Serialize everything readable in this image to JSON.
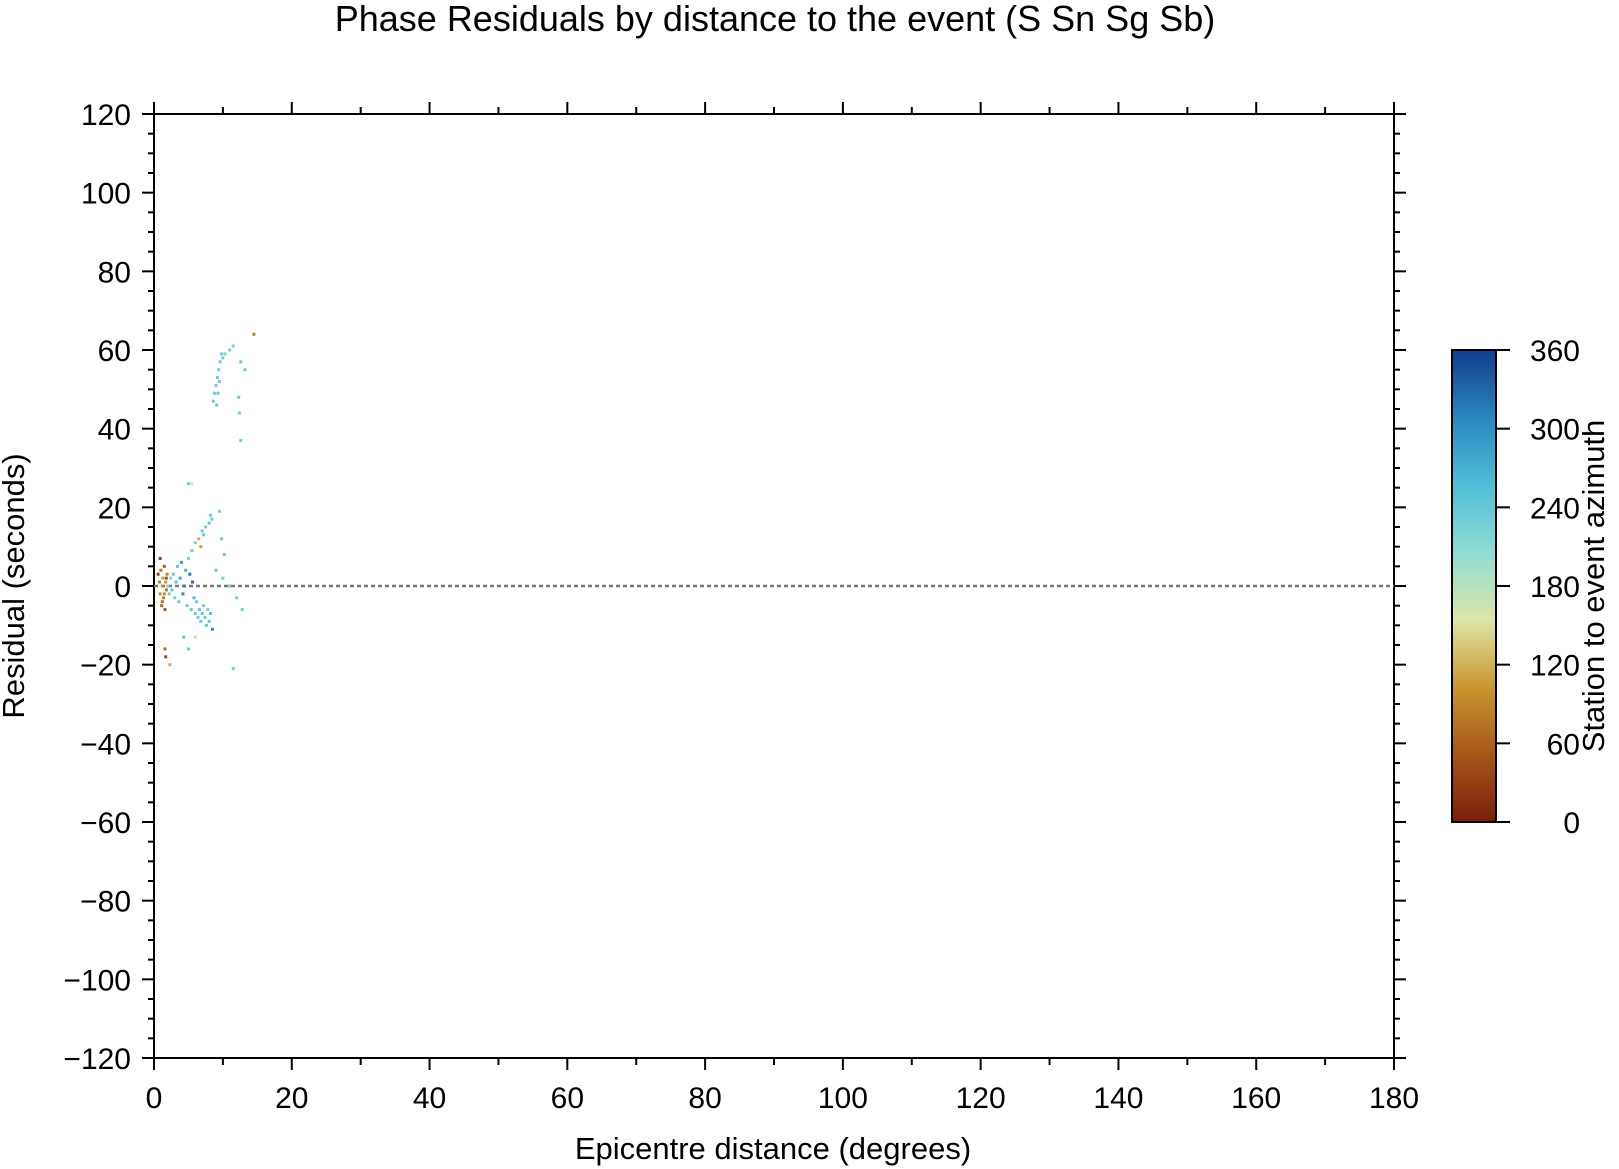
{
  "chart_data": {
    "type": "scatter",
    "title": "Phase Residuals by distance to the event (S Sn Sg Sb)",
    "xlabel": "Epicentre distance (degrees)",
    "ylabel": "Residual (seconds)",
    "xlim": [
      0,
      180
    ],
    "ylim": [
      -120,
      120
    ],
    "x_ticks": [
      "0",
      "20",
      "40",
      "60",
      "80",
      "100",
      "120",
      "140",
      "160",
      "180"
    ],
    "y_ticks": [
      "120",
      "100",
      "80",
      "60",
      "40",
      "20",
      "0",
      "−20",
      "−40",
      "−60",
      "−80",
      "−100",
      "−120"
    ],
    "grid": false,
    "reference_line": {
      "y": 0,
      "style": "dashed",
      "color": "#777777"
    },
    "colorbar": {
      "label": "Station to event azimuth",
      "range": [
        0,
        360
      ],
      "ticks": [
        "360",
        "300",
        "240",
        "180",
        "120",
        "60",
        "0"
      ],
      "colors": [
        "#7a1e08",
        "#a8561a",
        "#c9962e",
        "#dde6a8",
        "#8fdcd4",
        "#4fbfd8",
        "#2a86c0",
        "#123d8c"
      ]
    },
    "series": [
      {
        "points": [
          [
            0.6,
            3,
            30
          ],
          [
            0.8,
            1,
            90
          ],
          [
            0.9,
            -2,
            100
          ],
          [
            1.0,
            4,
            80
          ],
          [
            1.1,
            -5,
            70
          ],
          [
            1.2,
            0,
            95
          ],
          [
            1.3,
            2,
            110
          ],
          [
            1.4,
            -3,
            85
          ],
          [
            1.5,
            5,
            60
          ],
          [
            1.6,
            -6,
            50
          ],
          [
            1.7,
            1,
            105
          ],
          [
            1.8,
            -1,
            75
          ],
          [
            1.9,
            3,
            90
          ],
          [
            1.2,
            -4,
            65
          ],
          [
            1.5,
            -2,
            100
          ],
          [
            1.8,
            2,
            55
          ],
          [
            1.6,
            -16,
            70
          ],
          [
            1.7,
            -18,
            40
          ],
          [
            2.3,
            -20,
            120
          ],
          [
            0.9,
            7,
            30
          ],
          [
            2.0,
            0,
            220
          ],
          [
            2.2,
            -2,
            230
          ],
          [
            2.4,
            2,
            215
          ],
          [
            2.6,
            -1,
            240
          ],
          [
            2.8,
            3,
            235
          ],
          [
            3.0,
            -3,
            225
          ],
          [
            3.2,
            1,
            250
          ],
          [
            3.4,
            5,
            245
          ],
          [
            3.6,
            -4,
            230
          ],
          [
            3.8,
            2,
            280
          ],
          [
            4.0,
            6,
            290
          ],
          [
            4.2,
            -2,
            300
          ],
          [
            4.4,
            0,
            310
          ],
          [
            4.6,
            4,
            270
          ],
          [
            4.8,
            -5,
            235
          ],
          [
            5.0,
            7,
            225
          ],
          [
            5.2,
            3,
            320
          ],
          [
            5.4,
            -6,
            240
          ],
          [
            5.6,
            1,
            330
          ],
          [
            5.8,
            -3,
            260
          ],
          [
            6.0,
            -7,
            235
          ],
          [
            6.2,
            -4,
            240
          ],
          [
            6.4,
            -8,
            230
          ],
          [
            6.6,
            -6,
            245
          ],
          [
            6.8,
            -9,
            235
          ],
          [
            7.0,
            -7,
            240
          ],
          [
            7.2,
            -5,
            225
          ],
          [
            7.4,
            -8,
            238
          ],
          [
            7.6,
            -10,
            245
          ],
          [
            7.8,
            -6,
            232
          ],
          [
            8.0,
            -9,
            240
          ],
          [
            8.2,
            -7,
            248
          ],
          [
            8.5,
            -11,
            300
          ],
          [
            5.5,
            9,
            230
          ],
          [
            6.0,
            11,
            225
          ],
          [
            6.5,
            12,
            120
          ],
          [
            7.0,
            14,
            235
          ],
          [
            7.5,
            15,
            230
          ],
          [
            8.0,
            16,
            240
          ],
          [
            8.2,
            18,
            228
          ],
          [
            8.4,
            17,
            235
          ],
          [
            7.2,
            13,
            238
          ],
          [
            6.8,
            10,
            110
          ],
          [
            5.0,
            26,
            230
          ],
          [
            5.5,
            26,
            160
          ],
          [
            9.5,
            19,
            225
          ],
          [
            9.8,
            12,
            230
          ],
          [
            10.2,
            8,
            232
          ],
          [
            9.0,
            4,
            240
          ],
          [
            10.0,
            2,
            235
          ],
          [
            11.0,
            0,
            230
          ],
          [
            12.0,
            -3,
            225
          ],
          [
            12.8,
            -6,
            232
          ],
          [
            11.5,
            -21,
            230
          ],
          [
            4.3,
            -13,
            240
          ],
          [
            5.0,
            -16,
            230
          ],
          [
            6.0,
            -13,
            180
          ],
          [
            8.6,
            47,
            230
          ],
          [
            8.8,
            49,
            232
          ],
          [
            9.0,
            51,
            228
          ],
          [
            9.2,
            53,
            235
          ],
          [
            9.4,
            55,
            230
          ],
          [
            9.6,
            57,
            226
          ],
          [
            9.8,
            59,
            234
          ],
          [
            10.0,
            58,
            232
          ],
          [
            10.3,
            59,
            228
          ],
          [
            9.1,
            46,
            236
          ],
          [
            9.3,
            49,
            231
          ],
          [
            9.5,
            52,
            229
          ],
          [
            11.0,
            60,
            230
          ],
          [
            11.5,
            61,
            226
          ],
          [
            12.3,
            48,
            232
          ],
          [
            12.4,
            44,
            230
          ],
          [
            12.6,
            57,
            235
          ],
          [
            13.2,
            55,
            232
          ],
          [
            12.6,
            37,
            228
          ],
          [
            14.5,
            64,
            80
          ]
        ]
      }
    ]
  }
}
